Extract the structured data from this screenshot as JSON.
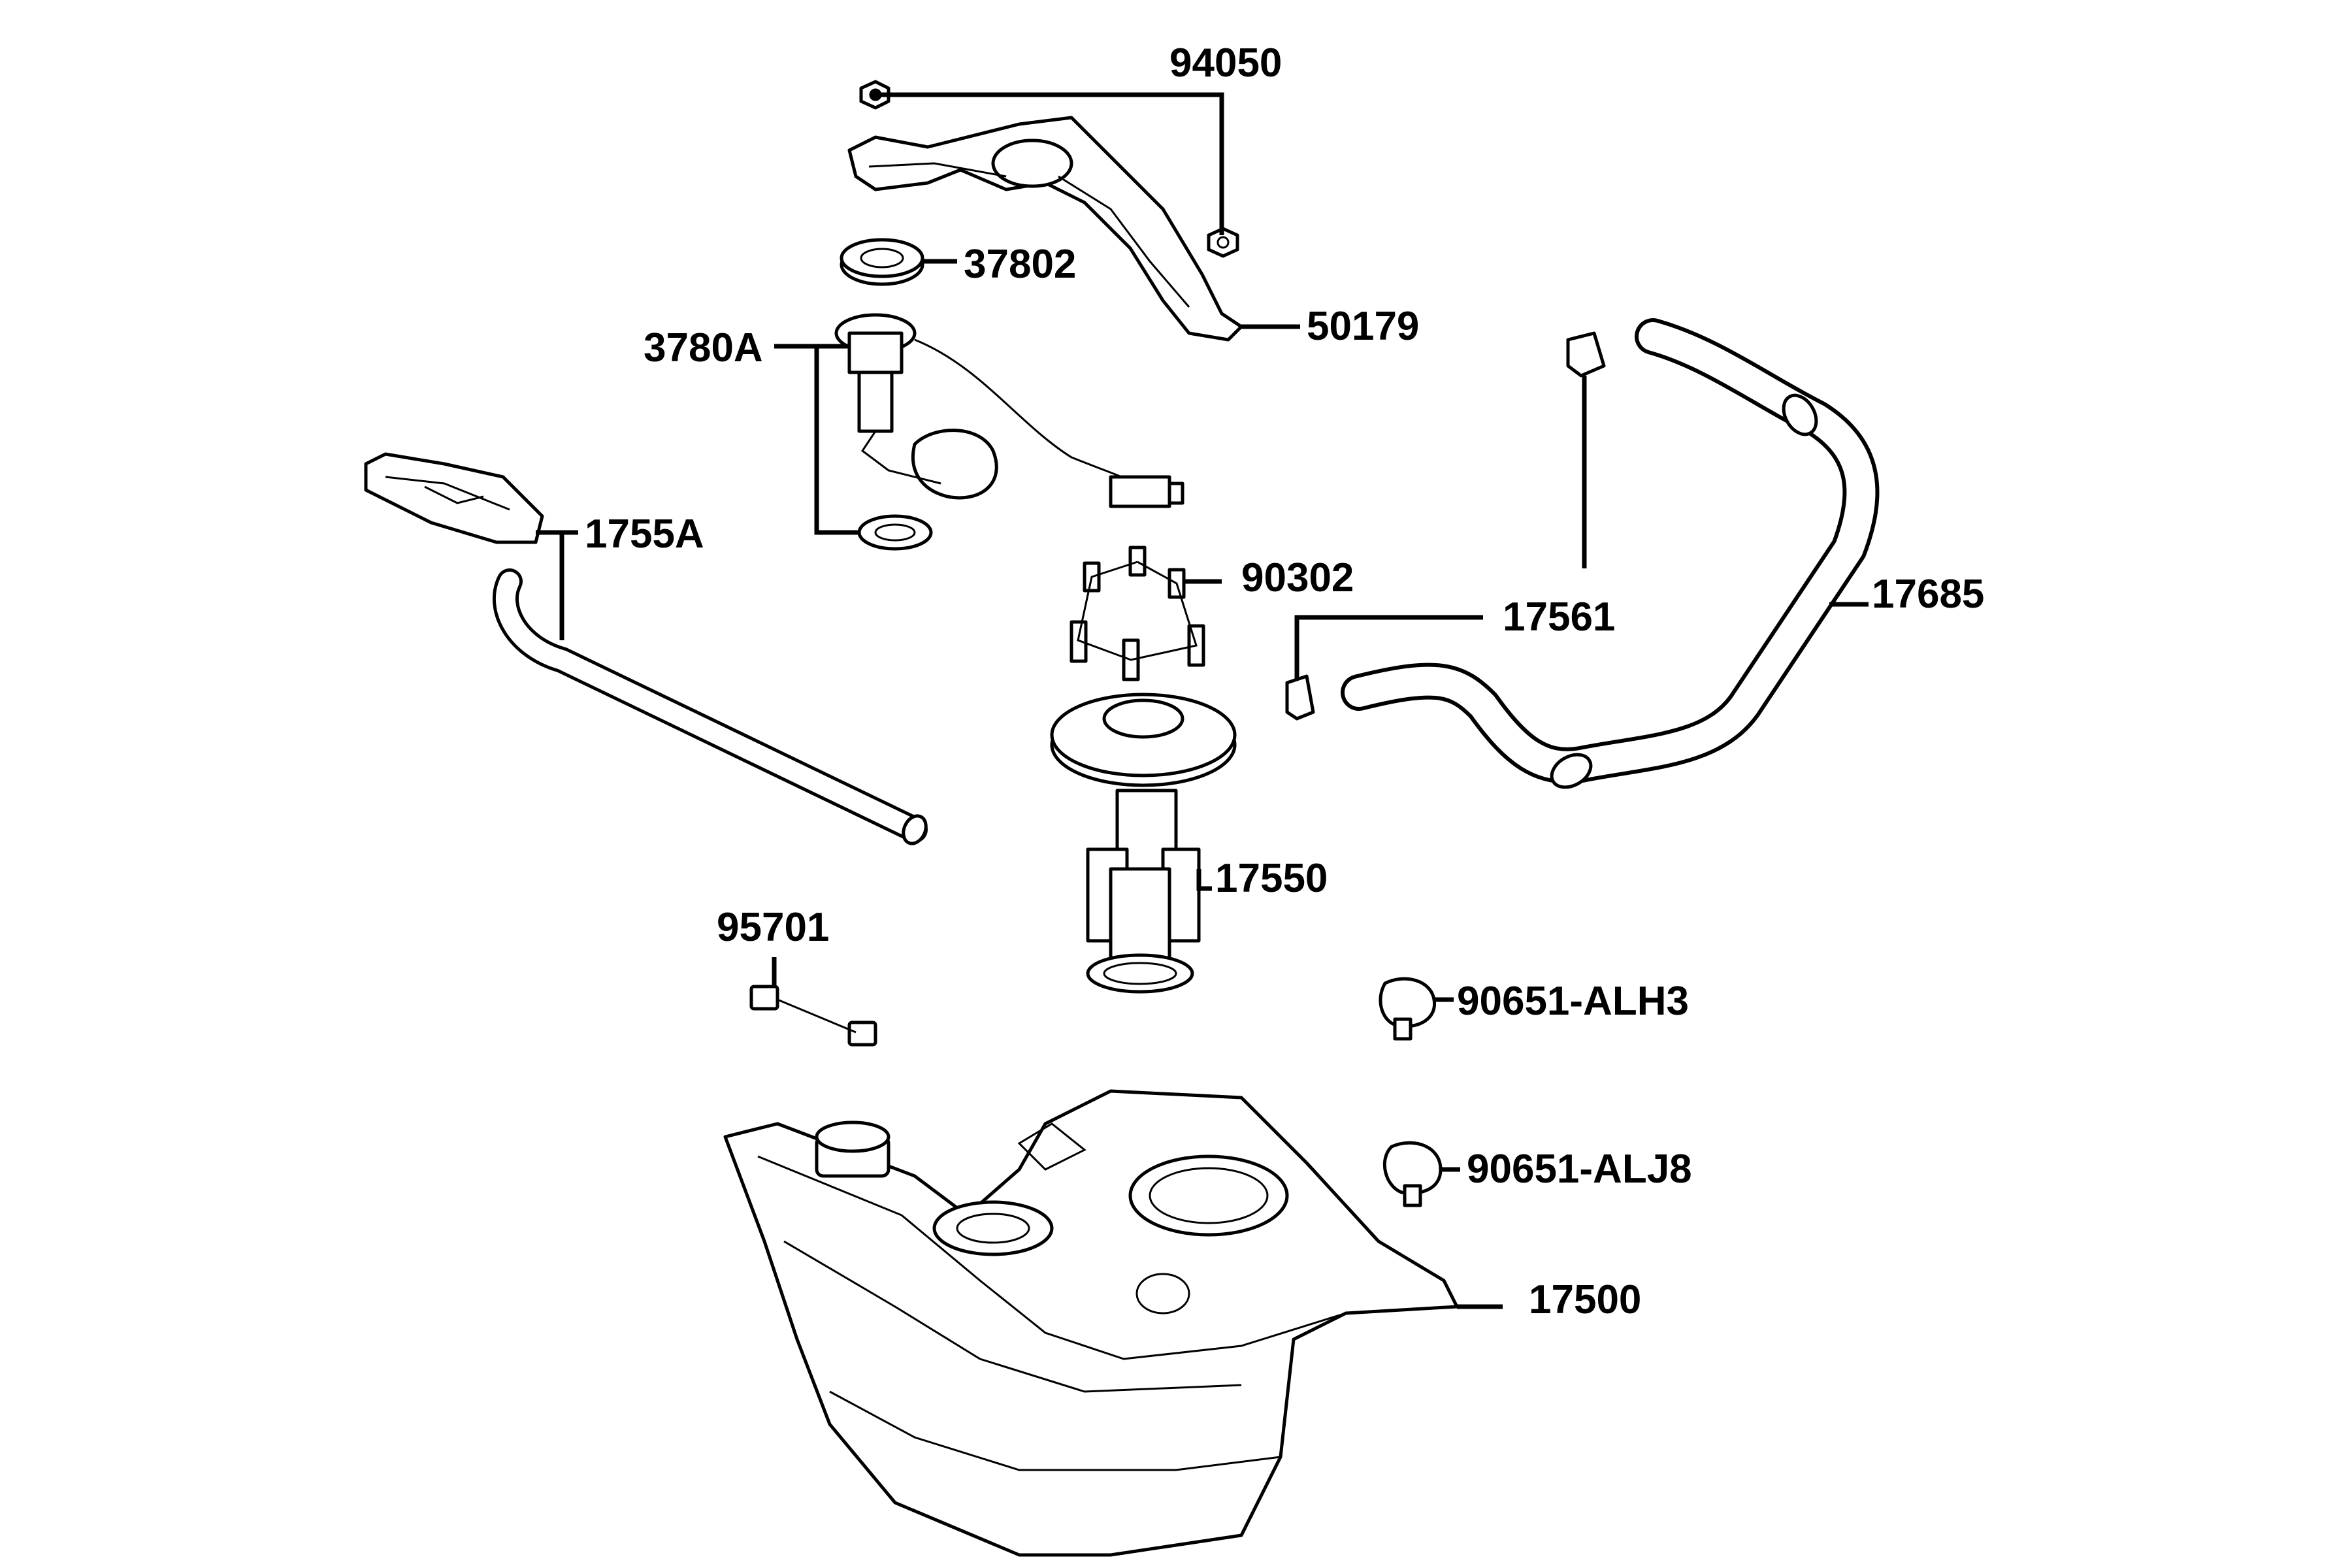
{
  "colors": {
    "line": "#000000",
    "background": "#ffffff"
  },
  "parts": {
    "p94050": "94050",
    "p37802": "37802",
    "p50179": "50179",
    "p3780A": "3780A",
    "p1755A": "1755A",
    "p90302": "90302",
    "p17561": "17561",
    "p17685": "17685",
    "p17550": "17550",
    "p95701": "95701",
    "p90651_ALH3": "90651-ALH3",
    "p90651_ALJ8": "90651-ALJ8",
    "p17500": "17500"
  }
}
